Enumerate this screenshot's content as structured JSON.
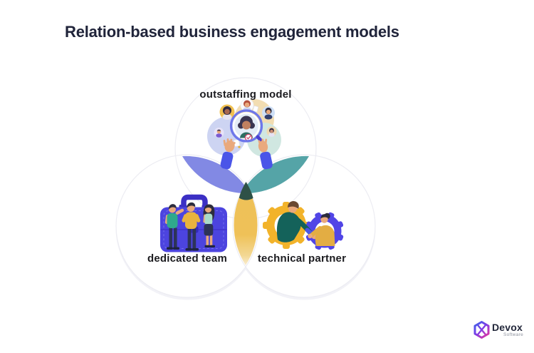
{
  "title": "Relation-based business engagement models",
  "diagram": {
    "type": "venn-3",
    "top": {
      "label": "outstaffing model",
      "icon": "magnifier-candidates-illustration"
    },
    "bottom_left": {
      "label": "dedicated team",
      "icon": "briefcase-team-illustration"
    },
    "bottom_right": {
      "label": "technical partner",
      "icon": "gears-handshake-illustration"
    },
    "overlap_colors": {
      "left_petal": "#8289e4",
      "right_petal": "#55a4a7",
      "bottom_petal": "#efc158",
      "center": "#2e5147"
    },
    "circle_fill": "#ffffff",
    "circle_edge": "#ececf2"
  },
  "logo": {
    "name": "Devox",
    "subtext": "Software"
  }
}
